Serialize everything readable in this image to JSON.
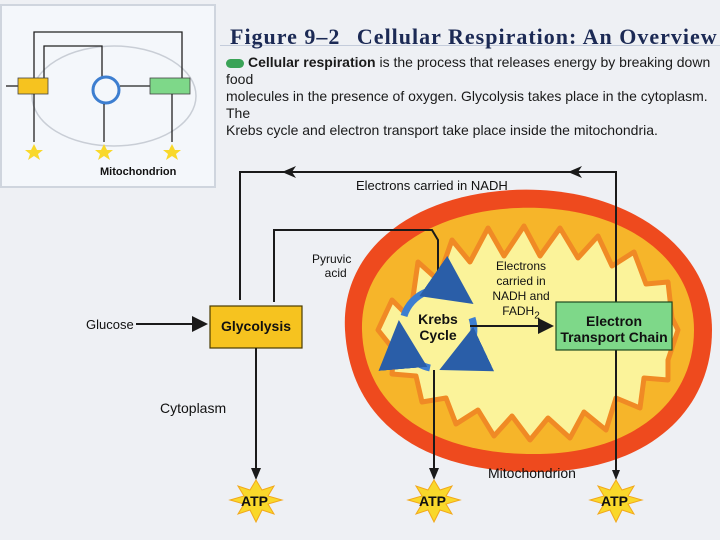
{
  "figure": {
    "number": "Figure 9–2",
    "title": "Cellular Respiration: An Overview"
  },
  "description": {
    "lead": "Cellular respiration",
    "line1_rest": " is the process that releases energy by breaking down food",
    "line2": "molecules in the presence of oxygen. Glycolysis takes place in the cytoplasm. The",
    "line3": "Krebs cycle and electron transport take place inside the mitochondria."
  },
  "thumbnail": {
    "label": "Mitochondrion"
  },
  "diagram": {
    "electrons_nadh": "Electrons carried in NADH",
    "pyruvic_acid_line1": "Pyruvic",
    "pyruvic_acid_line2": "acid",
    "glucose": "Glucose",
    "glycolysis": "Glycolysis",
    "krebs_line1": "Krebs",
    "krebs_line2": "Cycle",
    "electrons_nadh_fadh_line1": "Electrons",
    "electrons_nadh_fadh_line2": "carried in",
    "electrons_nadh_fadh_line3": "NADH and",
    "electrons_nadh_fadh_line4": "FADH",
    "fadh_subscript": "2",
    "etc_line1": "Electron",
    "etc_line2": "Transport Chain",
    "cytoplasm": "Cytoplasm",
    "mitochondrion": "Mitochondrion",
    "atp_1": "ATP",
    "atp_2": "ATP",
    "atp_3": "ATP"
  },
  "colors": {
    "mito_outer": "#ee4a1e",
    "mito_inner": "#f6b52a",
    "matrix": "#fbf39a",
    "glycolysis_box": "#f6c31f",
    "etc_box": "#7ed889",
    "krebs_ring": "#3d7ed0",
    "atp_star": "#f9d82a",
    "arrow": "#1a1a1a",
    "title": "#1c2a55"
  }
}
